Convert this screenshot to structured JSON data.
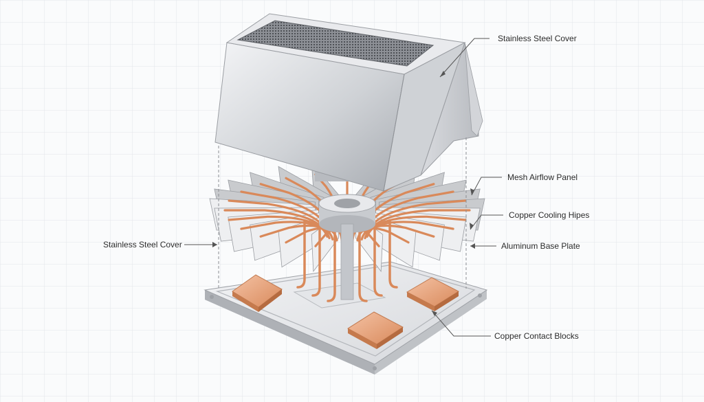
{
  "labels": {
    "cover_right": "Stainless Steel Cover",
    "mesh_panel": "Mesh Airflow Panel",
    "cooling_pipes": "Copper Cooling Hipes",
    "cover_left": "Stainless Steel Cover",
    "base_plate": "Aluminum Base Plate",
    "contact_blocks": "Copper Contact Blocks"
  },
  "colors": {
    "steel_light": "#eeeff1",
    "steel_mid": "#c9cbce",
    "steel_dark": "#9a9da2",
    "copper": "#d9895a",
    "copper_light": "#f0b89a",
    "grid": "#e3e6ea",
    "leader": "#555555"
  }
}
